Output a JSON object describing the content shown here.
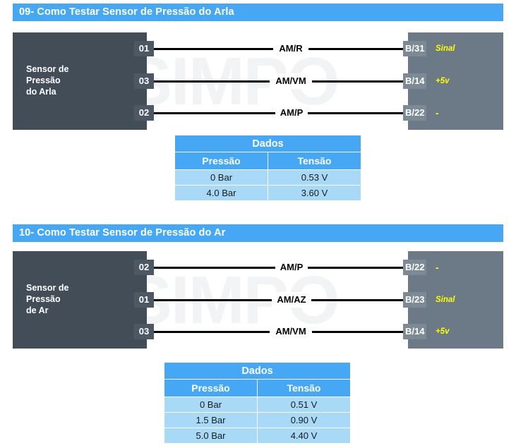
{
  "sections": [
    {
      "header": "09- Como Testar Sensor de Pressão do Arla",
      "sensor_label": "Sensor de\nPressão\ndo Arla",
      "watermark": "SIMPO",
      "wires": [
        {
          "pin": "01",
          "wire": "AM/R",
          "connector": "B/31",
          "function": "Sinal"
        },
        {
          "pin": "03",
          "wire": "AM/VM",
          "connector": "B/14",
          "function": "+5v"
        },
        {
          "pin": "02",
          "wire": "AM/P",
          "connector": "B/22",
          "function": "-"
        }
      ],
      "table": {
        "title": "Dados",
        "columns": [
          "Pressão",
          "Tensão"
        ],
        "rows": [
          [
            "0 Bar",
            "0.53 V"
          ],
          [
            "4.0 Bar",
            "3.60 V"
          ]
        ]
      }
    },
    {
      "header": "10- Como Testar Sensor de Pressão do Ar",
      "sensor_label": "Sensor de\nPressão\nde Ar",
      "watermark": "SIMPO",
      "wires": [
        {
          "pin": "02",
          "wire": "AM/P",
          "connector": "B/22",
          "function": "-"
        },
        {
          "pin": "01",
          "wire": "AM/AZ",
          "connector": "B/23",
          "function": "Sinal"
        },
        {
          "pin": "03",
          "wire": "AM/VM",
          "connector": "B/14",
          "function": "+5v"
        }
      ],
      "table": {
        "title": "Dados",
        "columns": [
          "Pressão",
          "Tensão"
        ],
        "rows": [
          [
            "0 Bar",
            "0.51 V"
          ],
          [
            "1.5 Bar",
            "0.90 V"
          ],
          [
            "5.0 Bar",
            "4.40 V"
          ]
        ]
      }
    }
  ],
  "colors": {
    "header_blue": "#46a7f5",
    "sensor_box": "#434d58",
    "ecu_box": "#6b7a86",
    "table_row": "#a8d9f7",
    "function_yellow": "#ffff00"
  }
}
